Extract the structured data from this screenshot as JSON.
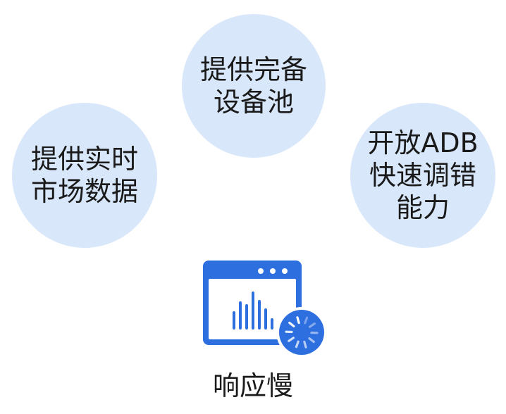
{
  "colors": {
    "bubble_fill": "#d9e7fb",
    "monitor_blue": "#2e6fe0",
    "text": "#1a1a1a"
  },
  "bubbles": {
    "top": {
      "line1": "提供完备",
      "line2": "设备池"
    },
    "left": {
      "line1": "提供实时",
      "line2": "市场数据"
    },
    "right": {
      "line1": "开放ADB",
      "line2": "快速调错",
      "line3": "能力"
    }
  },
  "icons": {
    "monitor": "monitor-chart-icon",
    "loading": "loading-spinner-icon"
  },
  "caption": "响应慢"
}
